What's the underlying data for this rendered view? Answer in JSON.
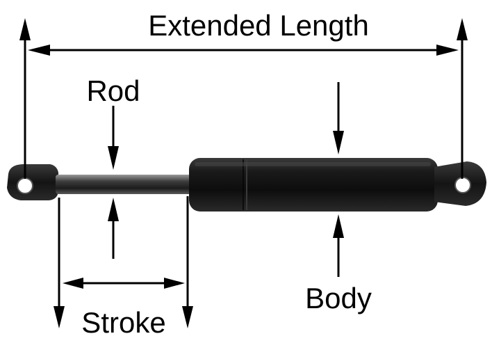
{
  "labels": {
    "extended_length": "Extended Length",
    "rod": "Rod",
    "body": "Body",
    "stroke": "Stroke"
  },
  "colors": {
    "background": "#ffffff",
    "ink": "#000000",
    "cylinder_body": "#141414",
    "rod_steel": "#4a4a4a"
  }
}
